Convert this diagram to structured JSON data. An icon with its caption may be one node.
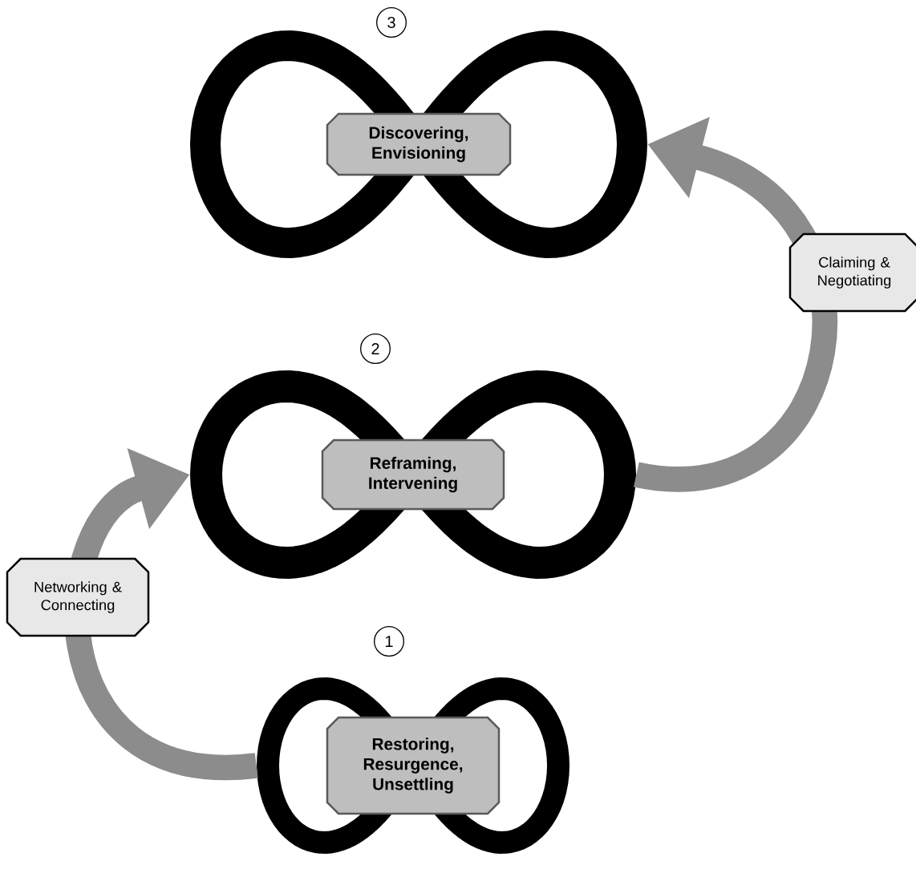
{
  "diagram": {
    "nodes": [
      {
        "text": [
          "3"
        ]
      },
      {
        "text": [
          "Discovering, Envisioning"
        ]
      },
      {
        "text": [
          "2"
        ]
      },
      {
        "text": [
          "Reframing, Intervening"
        ]
      },
      {
        "text": [
          "1"
        ]
      },
      {
        "text": [
          "Restoring, Resurgence, Unsettling"
        ]
      }
    ],
    "edges": [
      {
        "from": 5,
        "to": 3,
        "arrow": "to",
        "label": "Networking & Connecting"
      },
      {
        "from": 3,
        "to": 1,
        "arrow": "to",
        "label": "Claiming & Negotiating"
      }
    ]
  }
}
